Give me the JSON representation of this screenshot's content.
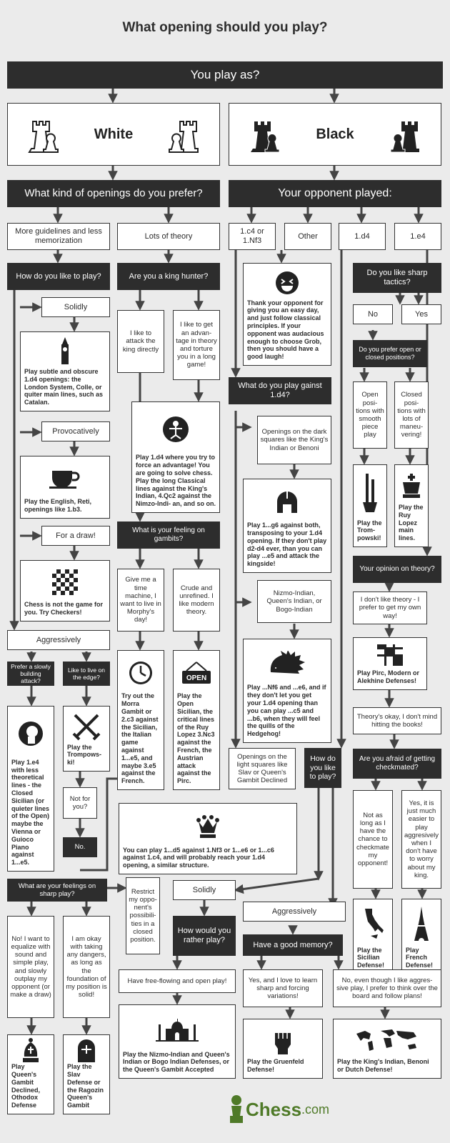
{
  "title": "What opening should you play?",
  "start_question": "You play as?",
  "white": {
    "label": "White"
  },
  "black": {
    "label": "Black"
  },
  "q_white_kind": "What kind of openings do you prefer?",
  "q_opponent_played": "Your opponent played:",
  "white_options": {
    "guidelines": "More guidelines and less memorization",
    "theory": "Lots of theory"
  },
  "opponent_moves": {
    "c4_nf3": "1.c4 or 1.Nf3",
    "other": "Other",
    "d4": "1.d4",
    "e4": "1.e4"
  },
  "q_how_play": "How do you like to play?",
  "q_king_hunter": "Are you a king hunter?",
  "styles": {
    "solidly": "Solidly",
    "provocatively": "Provocatively",
    "draw": "For a draw!",
    "aggressively": "Aggressively"
  },
  "results": {
    "subtle_d4": "Play subtle and obscure 1.d4 openings: the London System, Colle, or quiter main lines, such as Catalan.",
    "english": "Play the English, Reti, openings like 1.b3.",
    "checkers": "Chess is not the game for you. Try Checkers!",
    "long_classical": "Play 1.d4 where you try to force an advantage! You are going to solve chess. Play the long Classical lines against the King's Indian, 4.Qc2 against the Nimzo-Indi- an, and so on.",
    "thank_opponent": "Thank your opponent for giving you an easy day, and just follow classical principles. If your opponent was audacious enough to choose Grob, then you should have a good laugh!",
    "g6_transpose": "Play 1...g6 against both, transposing to your 1.d4 opening. If they don't play d2-d4 ever, than you can play ...e5 and attack the kingside!",
    "hedgehog": "Play ...Nf6 and ...e6, and if they don't let you get your 1.d4 opening than you can play ...c5 and ...b6, when they will feel the quills of the Hedgehog!",
    "tromp": "Play the Trom- powski!",
    "ruy": "Play the Ruy Lopez main lines.",
    "pirc": "Play Pirc, Modern or Alekhine Defenses!",
    "morra": "Try out the Morra Gambit or 2.c3 against the Sicilian, the Italian game against 1...e5, and maybe 3.e5 against the French.",
    "open_sicilian": "Play the Open Sicilian, the critical lines of the Ruy Lopez 3.Nc3 against the French, the Austrian attack against the Pirc.",
    "closed_sicilian": "Play 1.e4 with less theoretical lines - the Closed Sicilian (or quieter lines of the Open) maybe the Vienna or Guioco Piano against 1...e5.",
    "trompowski2": "Play the Trompows- ki!",
    "c4_structure": "You can play 1...d5 against 1.Nf3 or 1...e6 or 1...c6 against 1.c4, and will probably reach your 1.d4 opening, a similar structure.",
    "sicilian_def": "Play the Sicilian Defense!",
    "french_def": "Play French Defense!",
    "qgd": "Play Queen's Gambit Declined, Othodox Defense",
    "slav": "Play the Slav Defense or the Ragozin Queen's Gambit",
    "nimzo": "Play the Nizmo-Indian and Queen's Indian or Bogo Indian Defenses, or the Queen's Gambit Accepted",
    "gruenfeld": "Play the Gruenfeld Defense!",
    "kings_indian": "Play the King's Indian, Benoni or Dutch Defense!"
  },
  "nodes": {
    "attack_king": "I like to attack the king directly",
    "torture": "I like to get an advan- tage in theory and torture you in a long game!",
    "gambits_q": "What is your feeling on gambits?",
    "time_machine": "Give me a time machine, I want to live in Morphy's day!",
    "crude": "Crude and unrefined. I like modern theory.",
    "prefer_slow": "Prefer a slowly building attack?",
    "live_edge": "Like to live on the edge?",
    "not_for_you": "Not for you?",
    "no": "No.",
    "what_vs_d4": "What do you play gainst 1.d4?",
    "dark_squares": "Openings on the dark squares like the King's Indian or Benoni",
    "nimzo_family": "Nizmo-Indian, Queen's Indian, or Bogo-Indian",
    "light_squares": "Openings on the light squares like Slav or Queen's Gambit Declined",
    "how_like_play": "How do you like to play?",
    "sharp_tactics": "Do you like sharp tactics?",
    "no_btn": "No",
    "yes_btn": "Yes",
    "open_closed_q": "Do you prefer open or closed positions?",
    "open_pos": "Open posi- tions with smooth piece play",
    "closed_pos": "Closed posi- tions with lots of maneu- vering!",
    "theory_opinion": "Your opinion on theory?",
    "dont_like_theory": "I don't like theory - I prefer to get my own way!",
    "theory_ok": "Theory's okay, I don't mind hitting the books!",
    "checkmated_q": "Are you afraid of getting checkmated?",
    "not_as_long": "Not as long as I have the chance to checkmate my opponent!",
    "yes_easier": "Yes, it is just much easier to play aggresively when I don't have to worry about my king.",
    "sharp_play_q": "What are your feelings on sharp play?",
    "restrict": "Restrict my oppo- nent's possibili- ties in a closed position.",
    "solidly2": "Solidly",
    "aggressively2": "Aggressively",
    "rather_play": "How would you rather play?",
    "good_memory": "Have a good memory?",
    "no_equalize": "No! I want to equalize with sound and simple play, and slowly outplay my opponent (or make a draw)",
    "okay_dangers": "I am okay with taking any dangers, as long as the foundation of my position is solid!",
    "free_flowing": "Have free-flowing and open play!",
    "yes_learn": "Yes, and I love to learn sharp and forcing variations!",
    "no_aggressive": "No, even though I like aggres- sive play, I prefer to think over the board and follow plans!"
  },
  "logo": {
    "part1": "Chess",
    "part2": ".com"
  },
  "colors": {
    "background": "#ebebeb",
    "dark": "#2d2d2d",
    "box": "#ffffff",
    "brand": "#4f7a28"
  }
}
